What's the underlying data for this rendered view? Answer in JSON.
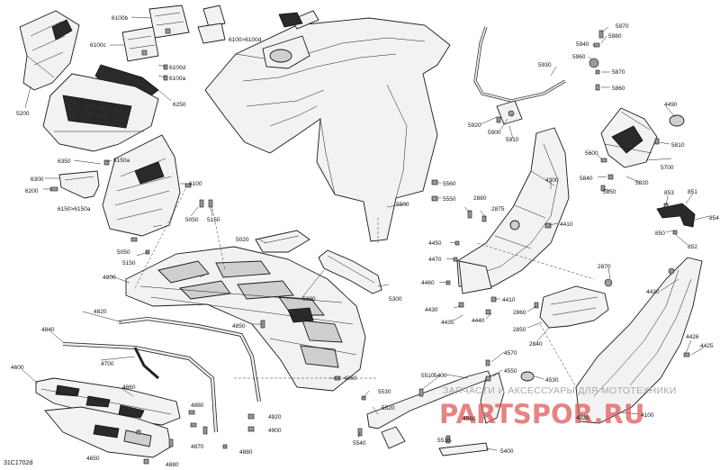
{
  "diagram_ref": "31C1702d",
  "watermark": {
    "tagline": "ЗАПЧАСТИ И АКСЕССУАРЫ ДЛЯ МОТОТЕХНИКИ",
    "brand": "PARTSPOR.RU",
    "brand_color": "#e05a5a"
  },
  "part_labels": {
    "p5200": "5200",
    "p6100b": "6100b",
    "p6100c": "6100c",
    "p6100d": "6100d",
    "p6100a": "6100a",
    "p6100to": "6100>6100d",
    "p6250": "6250",
    "p6350": "6350",
    "p6150a": "6150a",
    "p6300": "6300",
    "p6200": "6200",
    "p6150to": "6150>6150a",
    "p6100": "6100",
    "p5050a": "5050",
    "p5150a": "5150",
    "p5050b": "5050",
    "p5150b": "5150",
    "p5020": "5020",
    "p4800": "4800",
    "p5320": "5320",
    "p5300": "5300",
    "p4820": "4820",
    "p4850": "4850",
    "p4840": "4840",
    "p4700": "4700",
    "p4600": "4600",
    "p4860a": "4860",
    "p4860b": "4860",
    "p4880a": "4880",
    "p4880b": "4880",
    "p4880c": "4880",
    "p4870": "4870",
    "p4650": "4650",
    "p4920": "4920",
    "p4900": "4900",
    "p5500": "5500",
    "p5560": "5560",
    "p5550": "5550",
    "p5970": "5970",
    "p5980": "5980",
    "p5940": "5940",
    "p5960": "5960",
    "p5930": "5930",
    "p5870": "5870",
    "p5860": "5860",
    "p5920": "5920",
    "p5900": "5900",
    "p5910": "5910",
    "p4490": "4490",
    "p5810": "5810",
    "p5600": "5600",
    "p5700": "5700",
    "p5840": "5840",
    "p5820": "5820",
    "p5850": "5850",
    "p4300": "4300",
    "p2880": "2880",
    "p2875": "2875",
    "p4410a": "4410",
    "p4450": "4450",
    "p4470": "4470",
    "p4460": "4460",
    "p4430": "4430",
    "p4435": "4435",
    "p4440": "4440",
    "p4410b": "4410",
    "p2870": "2870",
    "p2860": "2860",
    "p2850": "2850",
    "p2840": "2840",
    "p853": "853",
    "p851": "851",
    "p854": "854",
    "p850": "850",
    "p852": "852",
    "p4420": "4420",
    "p4426": "4426",
    "p4425": "4425",
    "p4100": "4100",
    "p4320": "4320",
    "p4570": "4570",
    "p4550": "4550",
    "p4530": "4530",
    "p5510a": "5510",
    "p5400a": "5400",
    "p5530": "5530",
    "p5520": "5520",
    "p4560": "4560",
    "p5540": "5540",
    "p5510b": "5510",
    "p5400b": "5400"
  }
}
